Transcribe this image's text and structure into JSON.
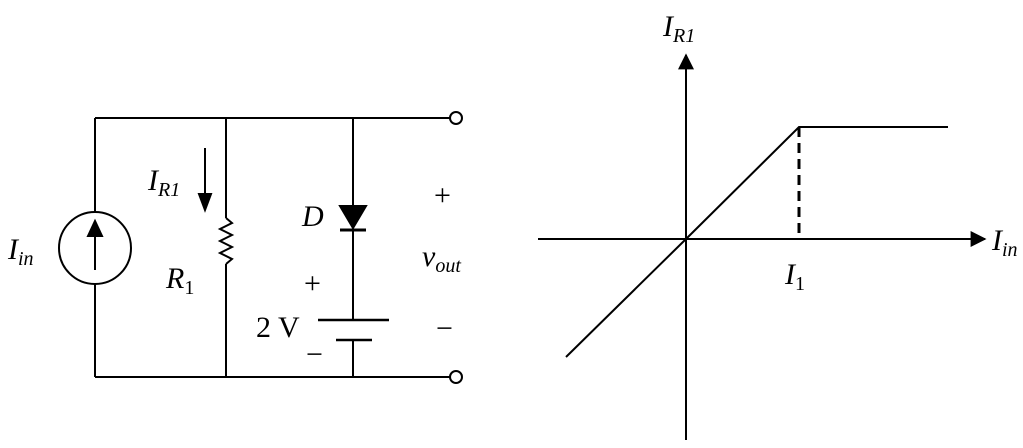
{
  "circuit": {
    "source_label": {
      "main": "I",
      "sub": "in"
    },
    "current_label": {
      "main": "I",
      "sub": "R1"
    },
    "resistor_label": {
      "main": "R",
      "sub": "1"
    },
    "diode_label": "D",
    "battery_plus": "+",
    "battery_label": "2 V",
    "battery_minus": "−",
    "vout_plus": "+",
    "vout_label": {
      "main": "v",
      "sub": "out"
    },
    "vout_minus": "−"
  },
  "graph": {
    "y_axis_label": {
      "main": "I",
      "sub": "R1"
    },
    "x_axis_label": {
      "main": "I",
      "sub": "in"
    },
    "breakpoint_label": {
      "main": "I",
      "sub": "1"
    }
  },
  "colors": {
    "stroke": "#000000",
    "background": "#ffffff"
  }
}
